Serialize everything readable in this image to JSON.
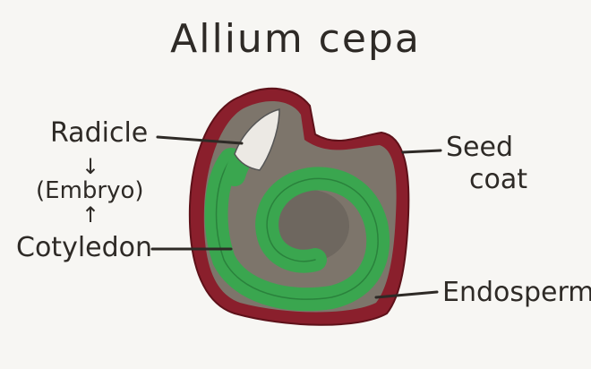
{
  "title": "Allium cepa",
  "labels": {
    "radicle": "Radicle",
    "embryo": "(Embryo)",
    "cotyledon": "Cotyledon",
    "seed_coat_line1": "Seed",
    "seed_coat_line2": "coat",
    "endosperm": "Endosperm"
  },
  "arrows": {
    "down": "↓",
    "up": "↑"
  },
  "colors": {
    "seed_coat": "#8a1f2c",
    "endosperm": "#7d756b",
    "embryo": "#3aa64f",
    "radicle_tip": "#ece9e4",
    "ink": "#2e2a26"
  }
}
